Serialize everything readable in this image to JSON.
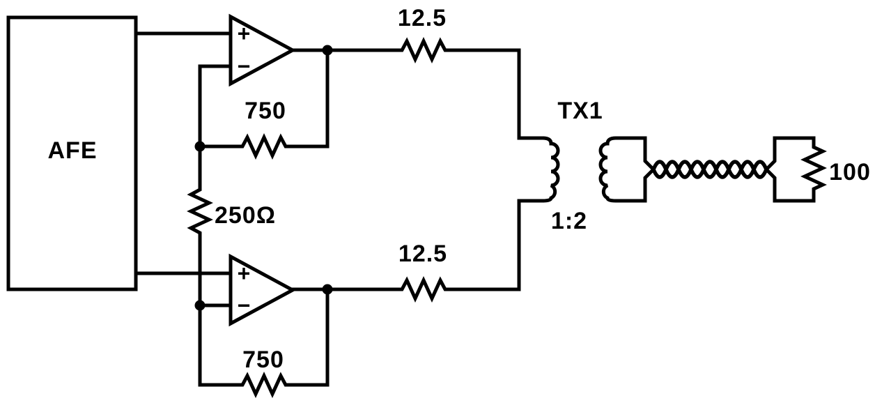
{
  "diagram": {
    "title_semantic": "AFE line-driver schematic with transformer and twisted-pair load",
    "afe_label": "AFE",
    "opamp_top": {
      "noninverting": "+",
      "inverting": "−"
    },
    "opamp_bottom": {
      "noninverting": "+",
      "inverting": "−"
    },
    "feedback_resistor_top": "750",
    "feedback_resistor_bottom": "750",
    "gain_resistor": "250Ω",
    "series_resistor_top": "12.5",
    "series_resistor_bottom": "12.5",
    "transformer": {
      "name": "TX1",
      "turns_ratio": "1:2"
    },
    "load_resistor": "100",
    "colors": {
      "ink": "#000000",
      "background": "#ffffff"
    }
  }
}
